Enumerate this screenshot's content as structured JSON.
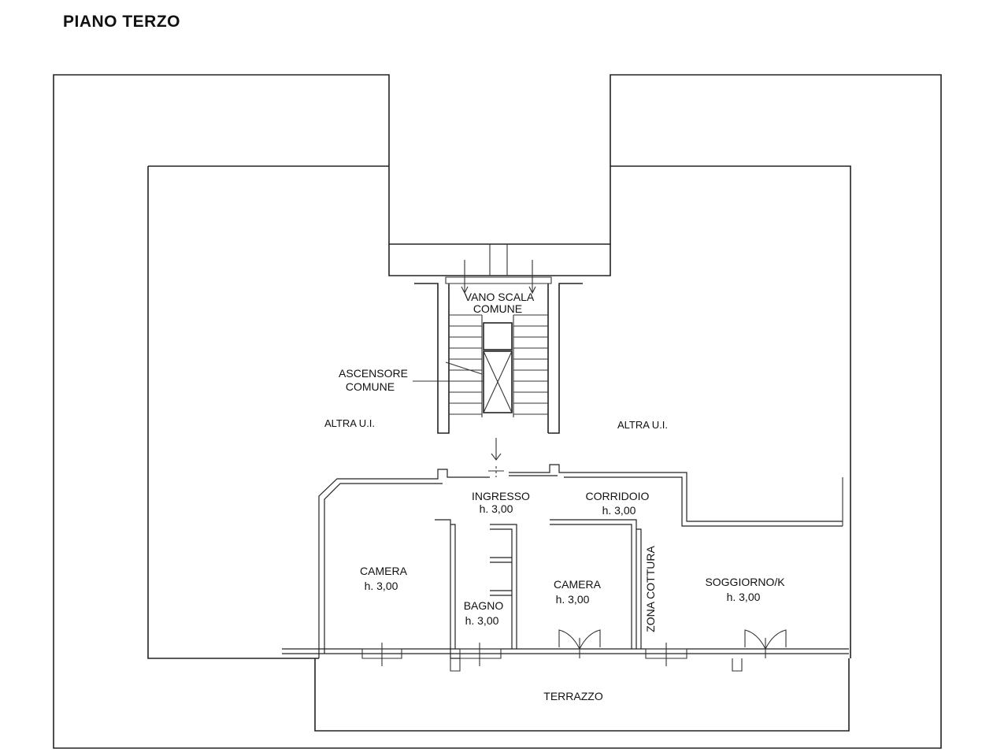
{
  "title": "PIANO TERZO",
  "stair": {
    "line1": "VANO SCALA",
    "line2": "COMUNE"
  },
  "lift": {
    "line1": "ASCENSORE",
    "line2": "COMUNE"
  },
  "neighbors": {
    "left": "ALTRA U.I.",
    "right": "ALTRA U.I."
  },
  "rooms": {
    "ingresso": {
      "name": "INGRESSO",
      "height": "h. 3,00"
    },
    "corridoio": {
      "name": "CORRIDOIO",
      "height": "h. 3,00"
    },
    "camera1": {
      "name": "CAMERA",
      "height": "h. 3,00"
    },
    "bagno": {
      "name": "BAGNO",
      "height": "h. 3,00"
    },
    "camera2": {
      "name": "CAMERA",
      "height": "h. 3,00"
    },
    "zona_cottura": {
      "name": "ZONA COTTURA"
    },
    "soggiorno": {
      "name": "SOGGIORNO/K",
      "height": "h. 3,00"
    }
  },
  "terrazzo": {
    "name": "TERRAZZO"
  }
}
